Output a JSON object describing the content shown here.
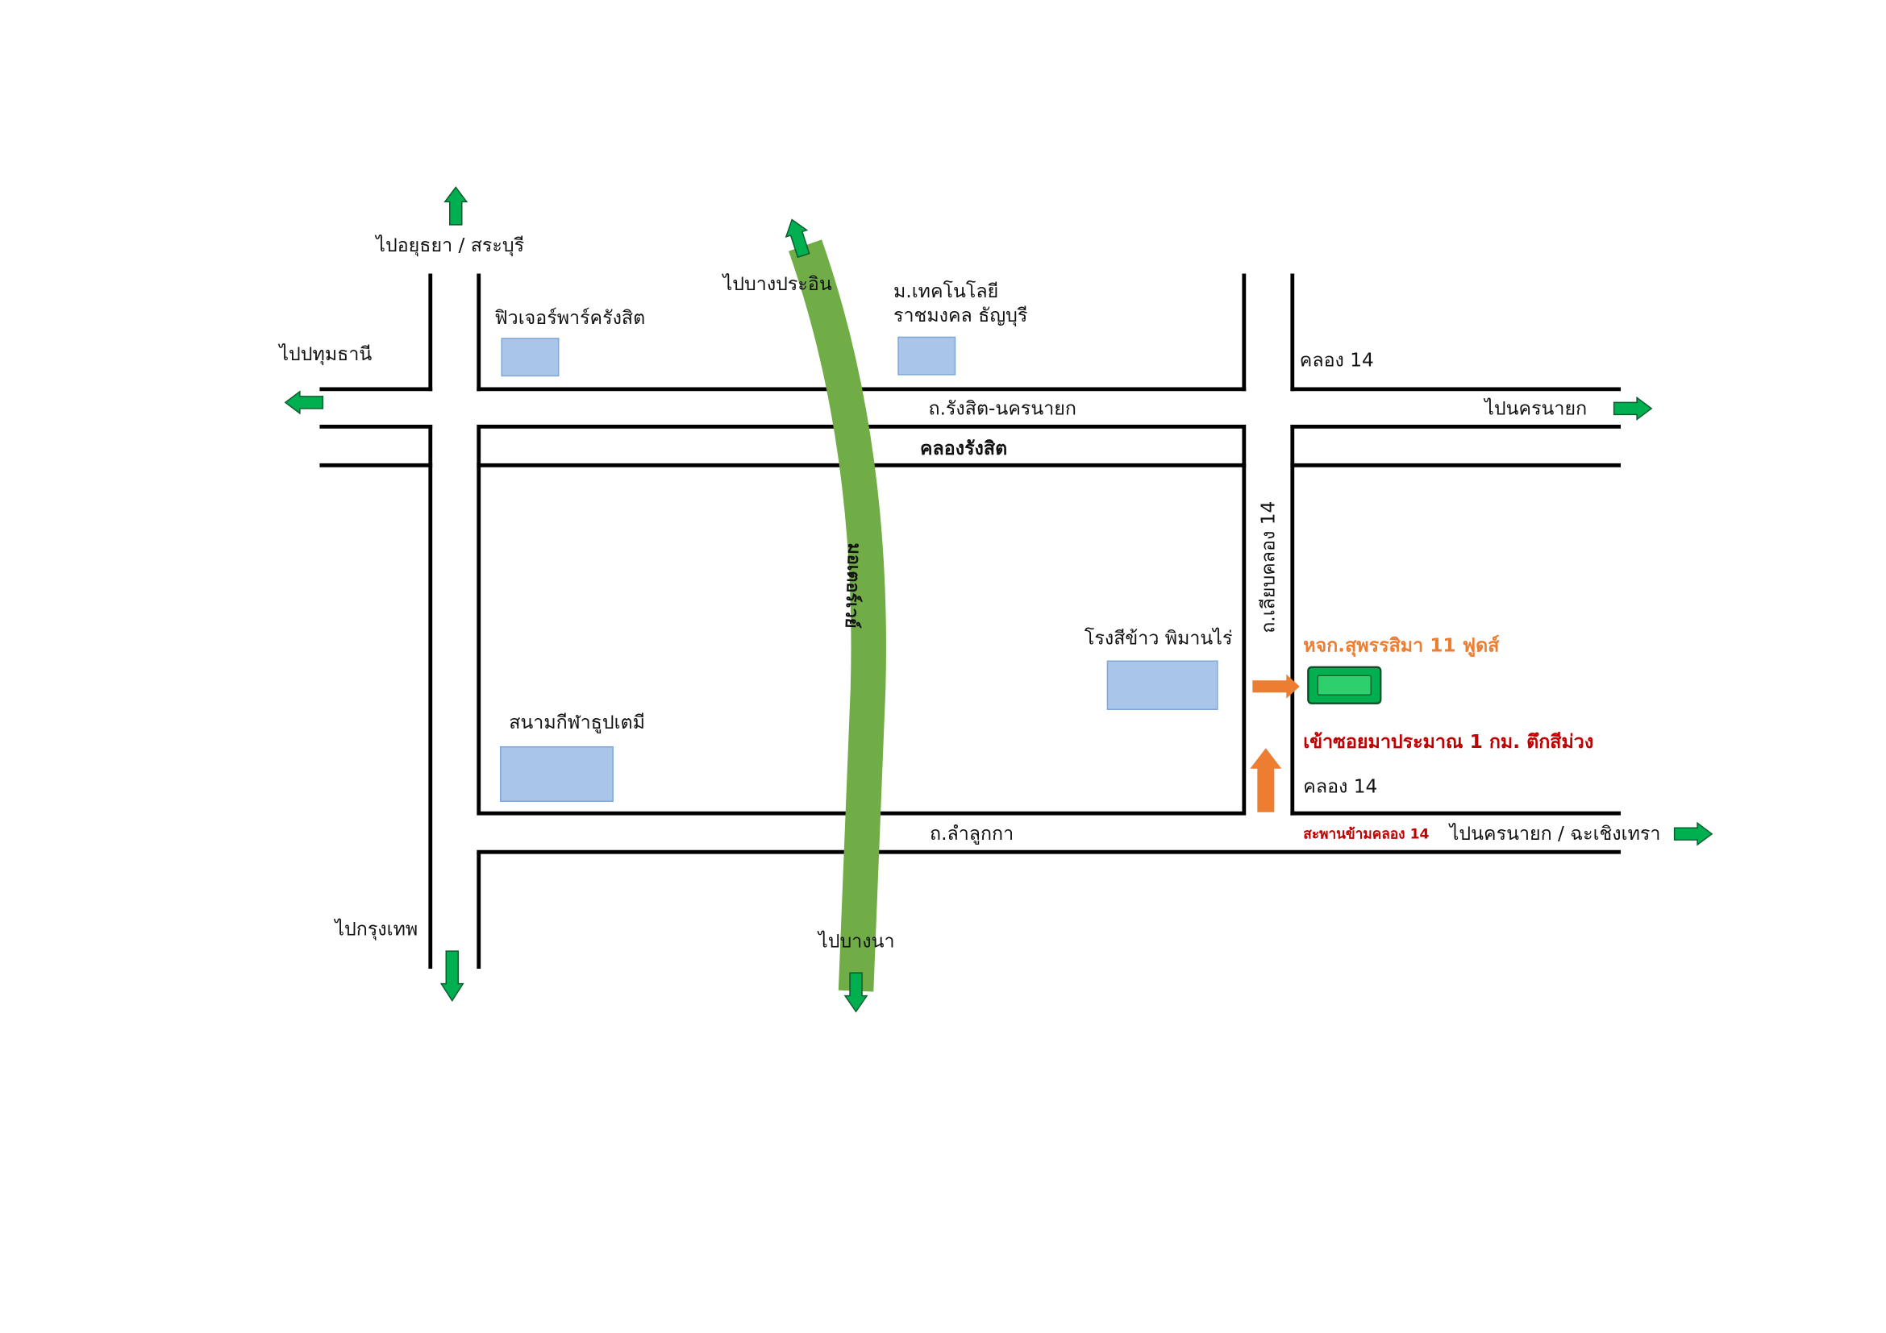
{
  "colors": {
    "road_line": "#000000",
    "expressway": "#70ad47",
    "landmark_fill": "#a9c6ea",
    "landmark_stroke": "#7fa7d7",
    "direction_arrow": "#00b050",
    "highlight_arrow": "#ed7d31",
    "warehouse_label": "#ed7d31",
    "warehouse_marker": "#00b050",
    "note_red": "#c00000"
  },
  "directions": {
    "ayutthaya": "ไปอยุธยา / สระบุรี",
    "bang_pa_in": "ไปบางประอิน",
    "pathum_thani": "ไปปทุมธานี",
    "nakhon_nayok": "ไปนครนายก",
    "bangkok": "ไปกรุงเทพ",
    "bang_na": "ไปบางนา",
    "nakhon_nayok_chachoengsao": "ไปนครนายก / ฉะเชิงเทรา"
  },
  "roads": {
    "rangsit_nakhon_nayok": "ถ.รังสิต-นครนายก",
    "khlong_rangsit": "คลองรังสิต",
    "lam_luk_ka": "ถ.ลำลูกกา",
    "liap_khlong_14": "ถ.เลียบคลอง 14",
    "khlong_14_top": "คลอง 14",
    "khlong_14_bottom": "คลอง 14",
    "outer_ring_road": "มอเตอร์เวย์"
  },
  "landmarks": {
    "future_park": "ฟิวเจอร์พาร์ครังสิต",
    "rmutt_line1": "ม.เทคโนโลยี",
    "rmutt_line2": "ราชมงคล ธัญบุรี",
    "rice_mill": "โรงสีข้าว พิมานไร่",
    "thupatemi_stadium": "สนามกีฬาธูปเตมี"
  },
  "destination": {
    "name": "หจก.สุพรรสิมา  11 ฟูดส์",
    "note": "เข้าซอยมาประมาณ 1 กม. ตึกสีม่วง",
    "bridge": "สะพานข้ามคลอง 14"
  }
}
